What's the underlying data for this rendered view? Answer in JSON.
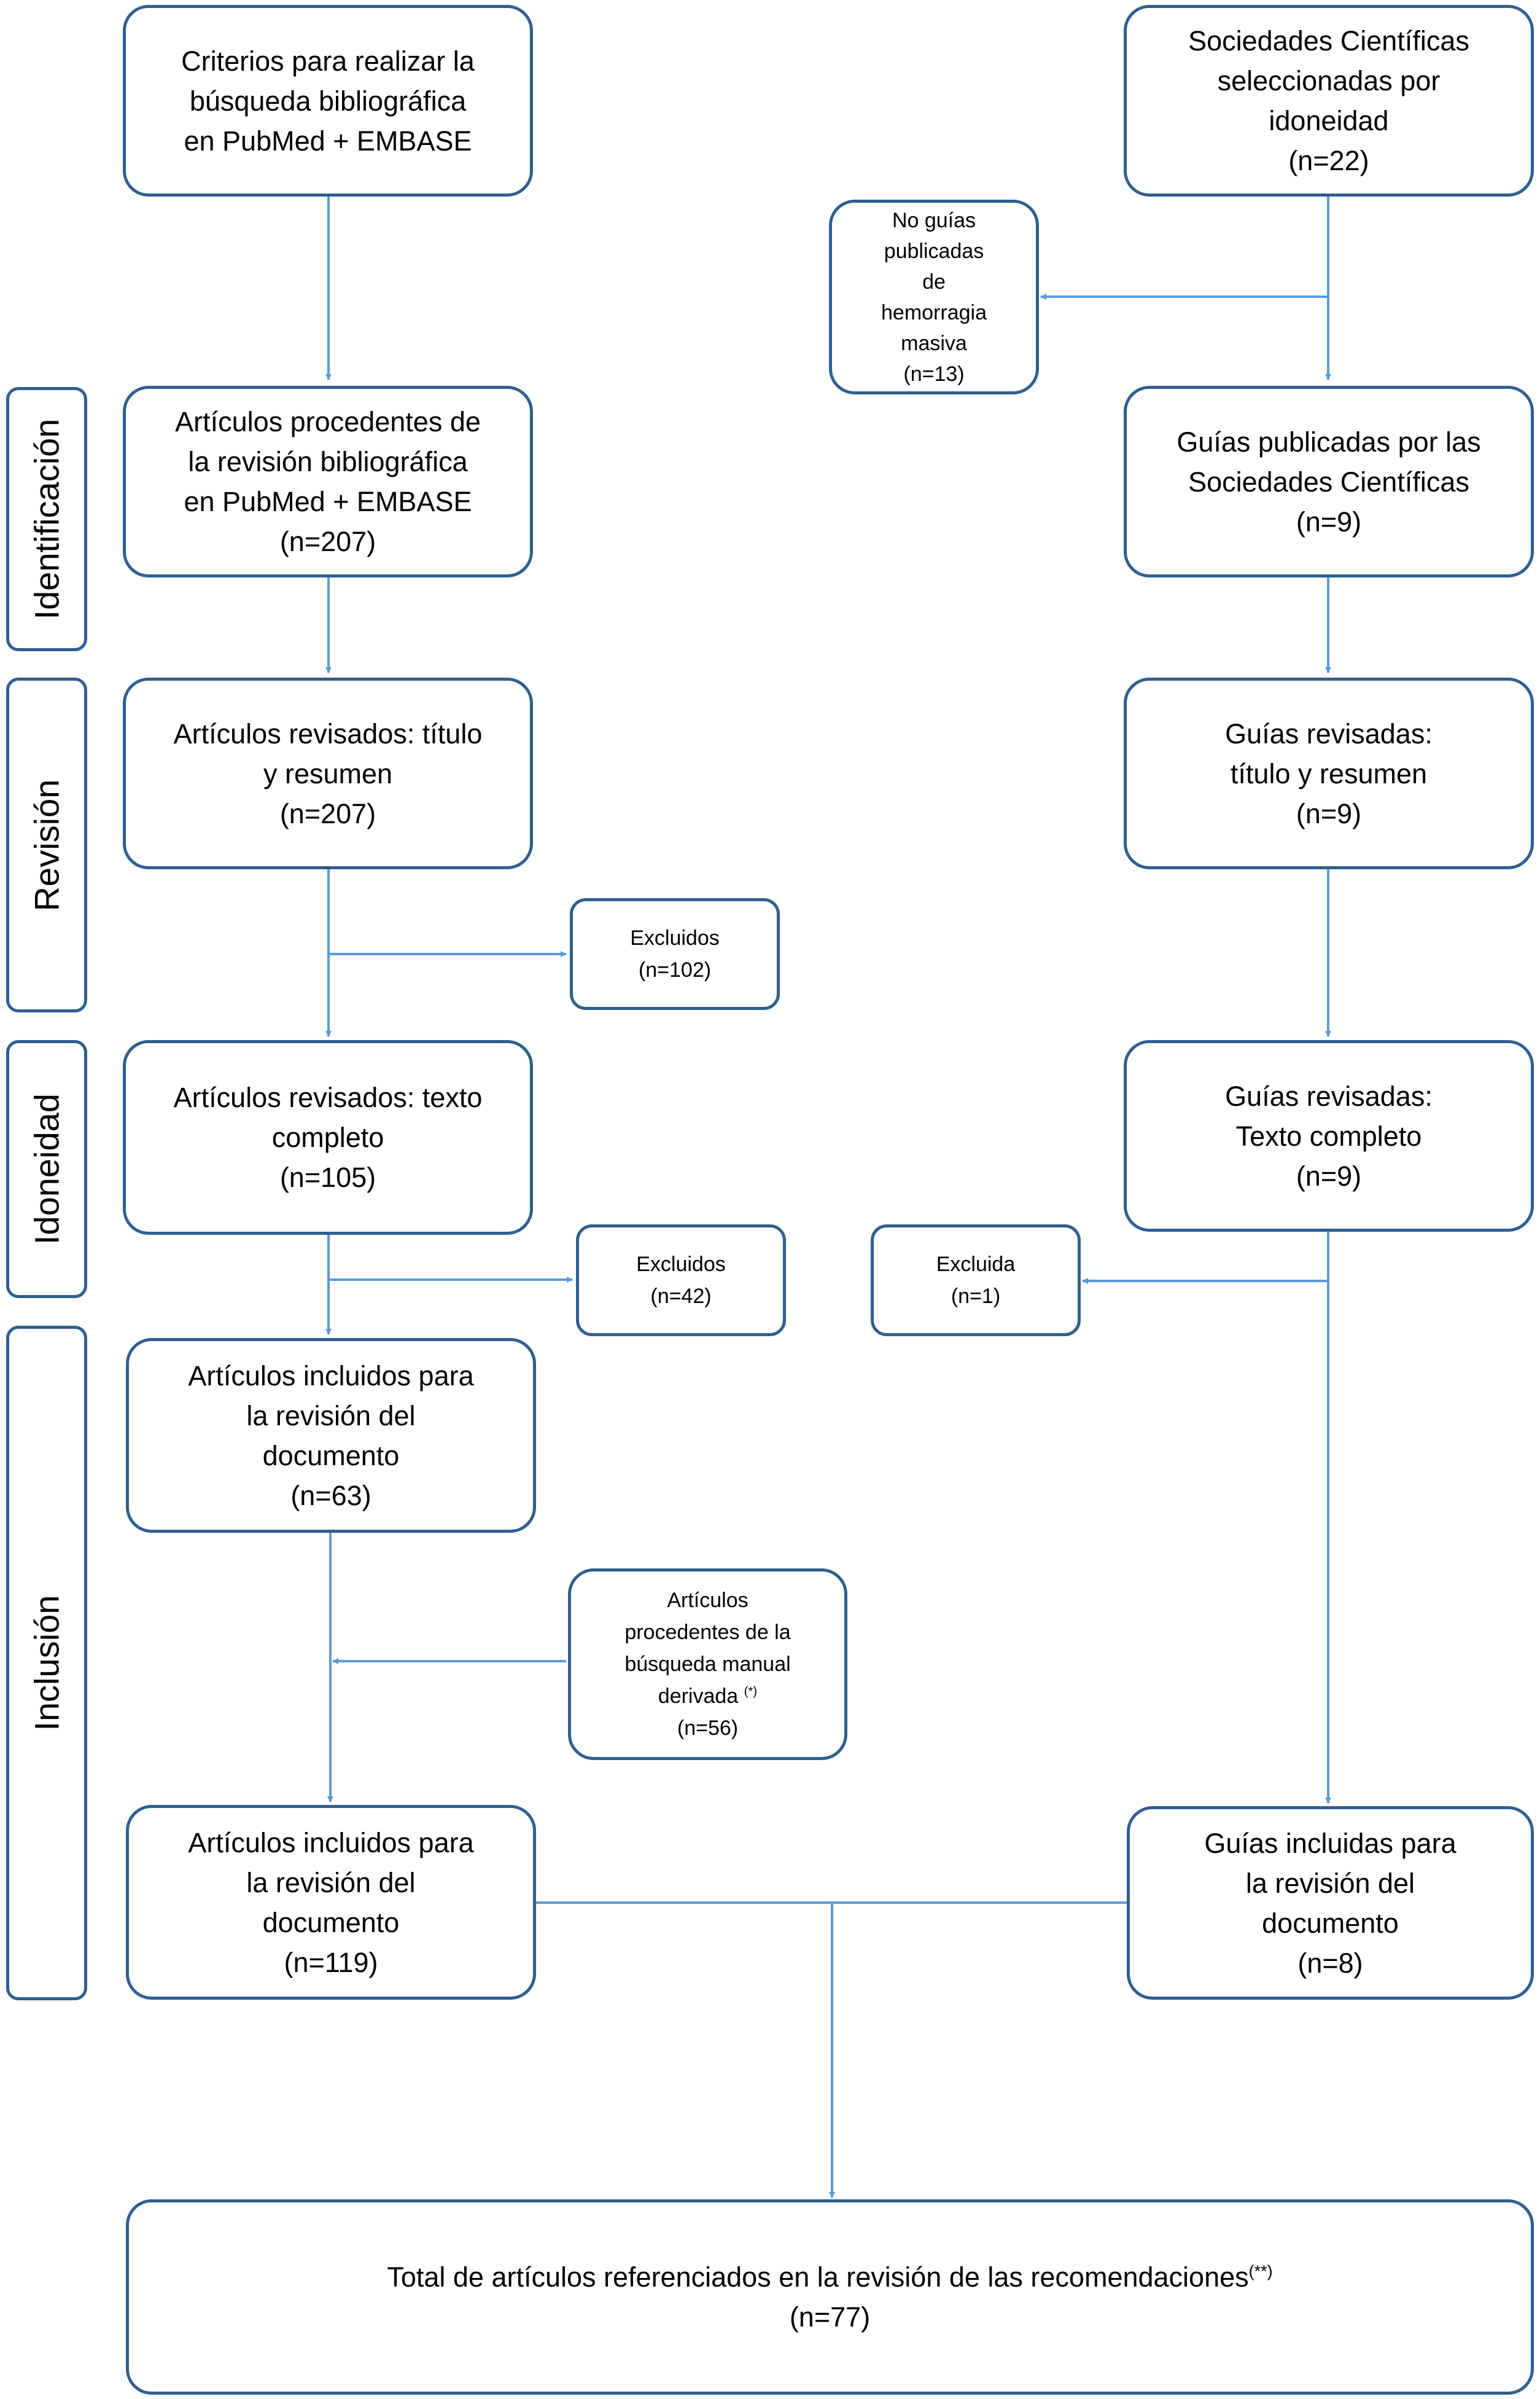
{
  "stages": {
    "identificacion": "Identificación",
    "revision": "Revisión",
    "idoneidad": "Idoneidad",
    "inclusion": "Inclusión"
  },
  "left": {
    "criterios": "Criterios para realizar la\nbúsqueda bibliográfica\nen PubMed + EMBASE",
    "procedentes": "Artículos procedentes de\nla revisión bibliográfica\nen PubMed + EMBASE\n(n=207)",
    "revisados_titulo": "Artículos revisados: título\ny resumen\n(n=207)",
    "excluidos_1": "Excluidos\n(n=102)",
    "revisados_texto": "Artículos revisados: texto\ncompleto\n(n=105)",
    "excluidos_2": "Excluidos\n(n=42)",
    "incluidos_63": "Artículos incluidos para\nla revisión del\ndocumento\n(n=63)",
    "manual_text": "Artículos\nprocedentes de la\nbúsqueda manual\nderivada",
    "manual_mark": "(*)",
    "manual_count": "(n=56)",
    "incluidos_119": "Artículos incluidos para\nla revisión del\ndocumento\n(n=119)"
  },
  "right": {
    "sociedades": "Sociedades Científicas\nseleccionadas por\nidoneidad\n(n=22)",
    "no_guias": "No guías\npublicadas\nde\nhemorragia\nmasiva\n(n=13)",
    "guias_publicadas": "Guías publicadas por las\nSociedades Científicas\n(n=9)",
    "guias_titulo": "Guías revisadas:\ntítulo y resumen\n(n=9)",
    "guias_texto": "Guías revisadas:\nTexto completo\n(n=9)",
    "excluida": "Excluida\n(n=1)",
    "guias_incluidas": "Guías incluidas para\nla revisión del\ndocumento\n(n=8)"
  },
  "total": {
    "text": "Total de artículos referenciados en la revisión de las recomendaciones",
    "mark": "(**)",
    "count": "(n=77)"
  },
  "colors": {
    "border": "#2f5f8f",
    "connector": "#5b9bd5"
  }
}
